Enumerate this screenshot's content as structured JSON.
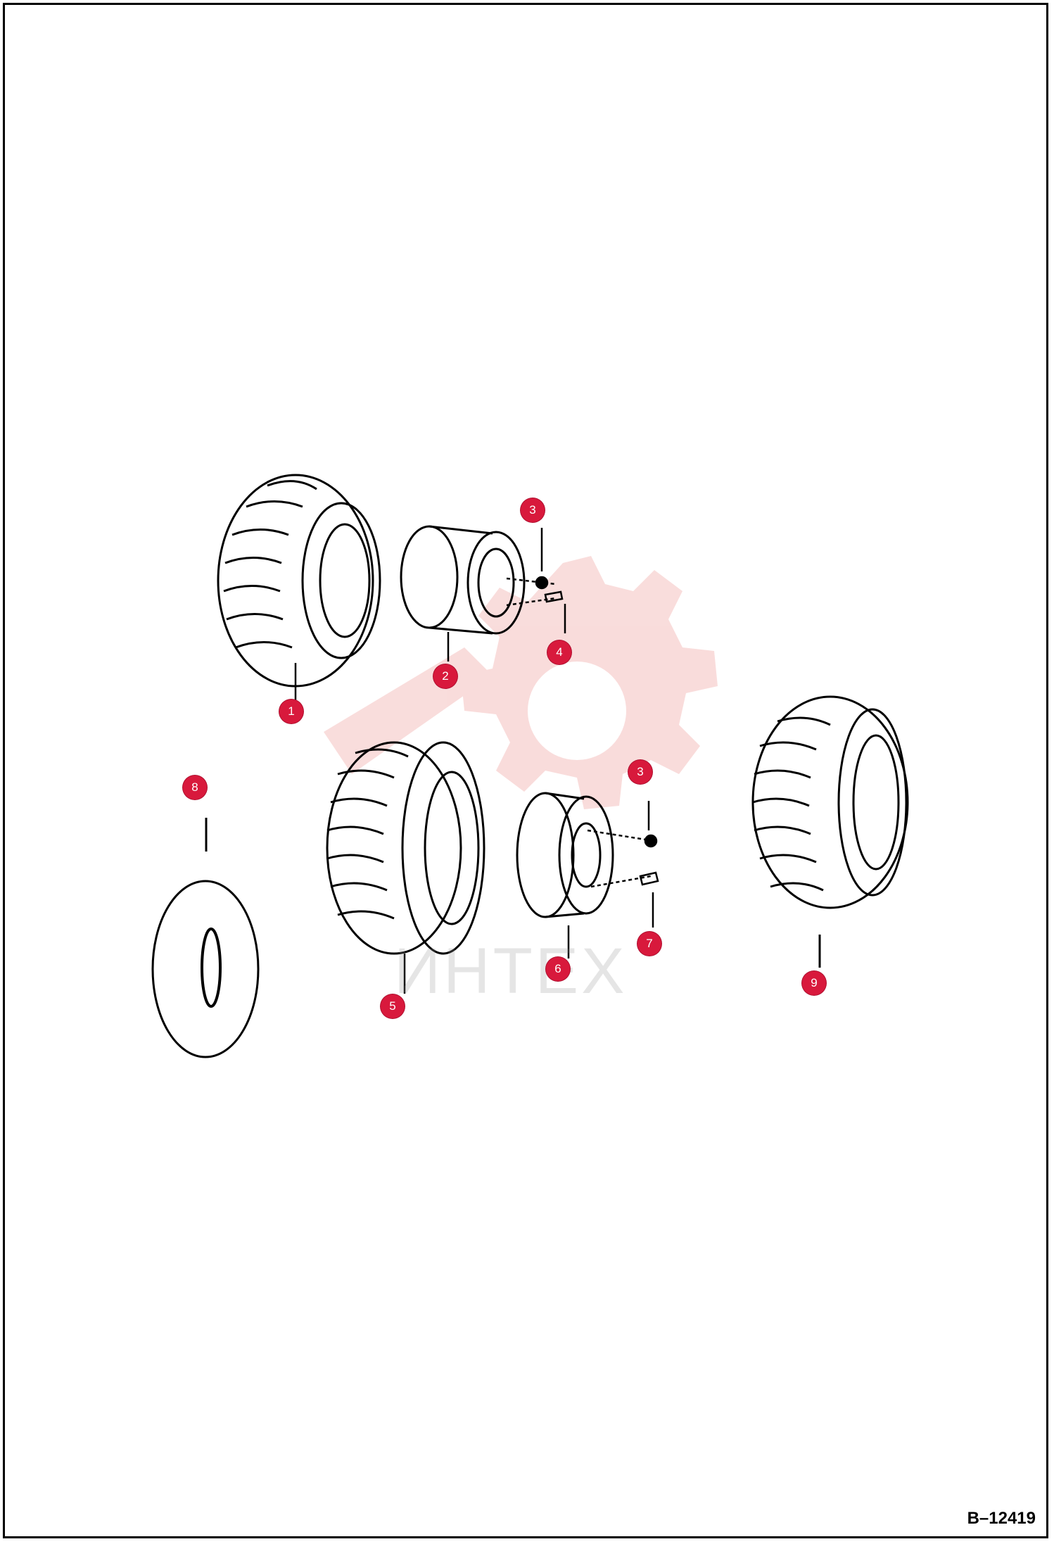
{
  "figure": {
    "id": "B–12419"
  },
  "watermark": {
    "text": "ИНТЕХ",
    "color": "#e0413c"
  },
  "callouts": [
    {
      "label": "3",
      "ref": "nut"
    },
    {
      "label": "4",
      "ref": "wheel-bolt"
    },
    {
      "label": "2",
      "ref": "rim"
    },
    {
      "label": "1",
      "ref": "tire"
    },
    {
      "label": "3",
      "ref": "nut"
    },
    {
      "label": "8",
      "ref": "tube"
    },
    {
      "label": "7",
      "ref": "wheel-bolt"
    },
    {
      "label": "6",
      "ref": "rim"
    },
    {
      "label": "5",
      "ref": "tire"
    },
    {
      "label": "9",
      "ref": "tire"
    }
  ],
  "colors": {
    "callout": "#d8193c",
    "line": "#000000"
  }
}
